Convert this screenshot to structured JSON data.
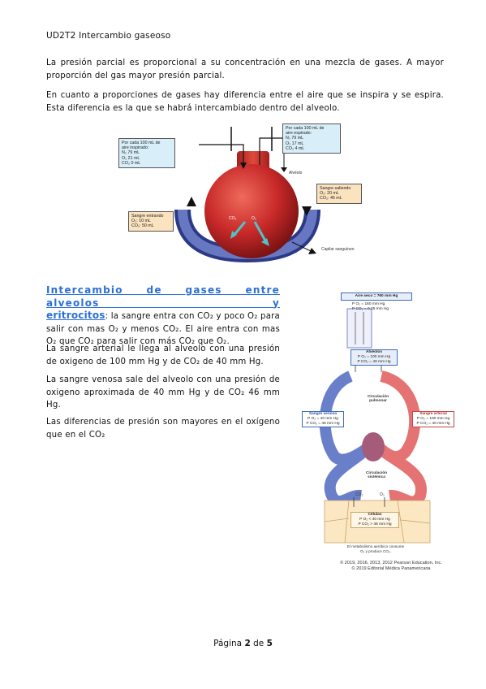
{
  "header": {
    "title": "UD2T2 Intercambio gaseoso"
  },
  "paragraphs": {
    "p1": "La presión parcial es proporcional a su concentración en una mezcla de gases. A mayor proporción del gas mayor presión parcial.",
    "p2": "En cuanto a proporciones de gases hay diferencia entre el aire que se inspira y se espira. Esta diferencia es la que se habrá intercambiado dentro del alveolo."
  },
  "figure1": {
    "inhaled": [
      "Por cada 100 mL de",
      "aire inspirado:",
      "N₂   79 mL",
      "O₂   21 mL",
      "CO₂ 0 mL"
    ],
    "exhaled": [
      "Por cada 100 mL de",
      "aire espirado:",
      "N₂   79 mL",
      "O₂   17 mL",
      "CO₂ 4 mL"
    ],
    "blood_out": [
      "Sangre saliendo",
      "O₂: 20 mL",
      "CO₂: 46 mL"
    ],
    "blood_in": [
      "Sangre entrando",
      "O₂: 10 mL",
      "CO₂: 50 mL"
    ],
    "alveolo_label": "Alvéolo",
    "capillary_label": "Capilar sanguíneo",
    "co2": "CO₂",
    "o2": "O₂"
  },
  "section": {
    "heading_line1": "Intercambio de gases entre alveolos y",
    "heading_line2": "eritrocitos",
    "heading_rest": ": la sangre entra con CO₂ y poco O₂ para salir con mas O₂ y menos CO₂. El aire entra con mas O₂ que CO₂ para salir con más CO₂ que O₂.",
    "p3": "La sangre arterial le llega al alveolo con una presión de oxigeno de 100 mm Hg y de CO₂ de 40 mm Hg.",
    "p4": "La sangre venosa sale del alveolo con una presión de oxigeno aproximada de 40 mm Hg y de CO₂ 46 mm Hg.",
    "p5": "Las diferencias de presión son mayores en el oxígeno que en el CO₂"
  },
  "figure2": {
    "air": "Aire seco = 760 mm Hg",
    "air_po2": "P O₂ = 160 mm Hg",
    "air_pco2": "P CO₂ = 0.25 mm Hg",
    "alveolos": "Alvéolos",
    "alv_po2": "P O₂ = 100 mm Hg",
    "alv_pco2": "P CO₂ = 40 mm Hg",
    "pulmonar": "Circulación pulmonar",
    "venosa": "Sangre venosa",
    "ven_po2": "P O₂ = 40 mm Hg",
    "ven_pco2": "P CO₂ = 46 mm Hg",
    "arterial": "Sangre arterial",
    "art_po2": "P O₂ = 100 mm Hg",
    "art_pco2": "P CO₂ = 40 mm Hg",
    "sistemica": "Circulación sistémica",
    "celulas": "Células",
    "cel_po2": "P O₂ < 40 mm Hg",
    "cel_pco2": "P CO₂ > 46 mm Hg",
    "metab1": "El metabolismo aeróbico consume",
    "metab2": "O₂ y produce CO₂.",
    "co2": "CO₂",
    "o2": "O₂",
    "copyright1": "© 2019, 2016, 2013, 2012 Pearson Education, Inc.",
    "copyright2": "© 2019 Editorial Médica Panamericana"
  },
  "footer": {
    "prefix": "Página ",
    "page": "2",
    "mid": " de ",
    "total": "5"
  },
  "colors": {
    "link": "#2b6fd6",
    "alveolus_red": "#c62828",
    "capillary_blue": "#4a5aa8",
    "tag_blue": "#d8eef8",
    "tag_orange": "#fbe3bf"
  }
}
